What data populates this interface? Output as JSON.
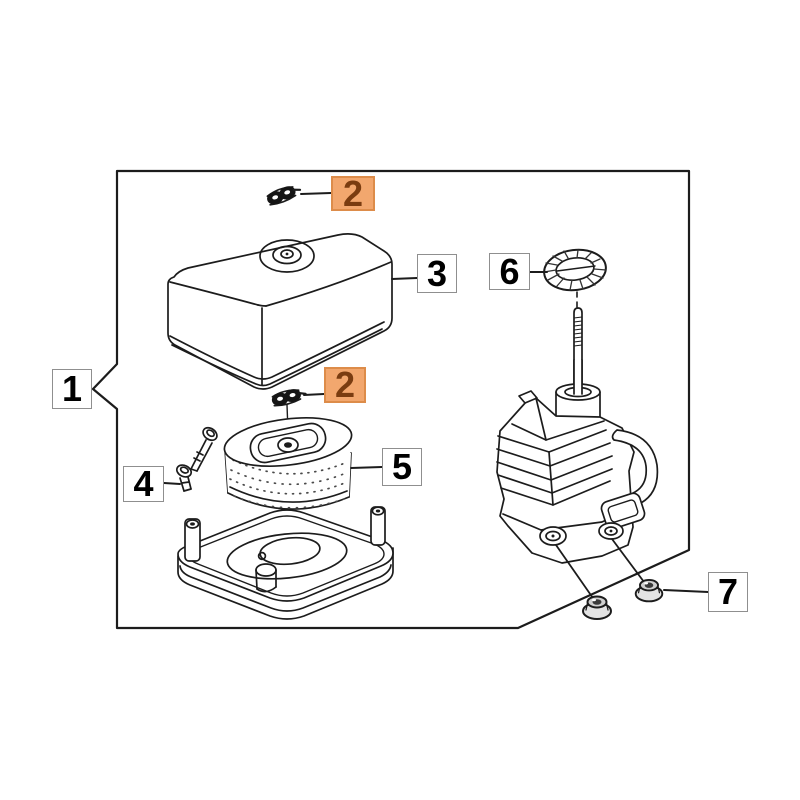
{
  "diagram": {
    "colors": {
      "background": "#ffffff",
      "line": "#1c1c1c",
      "label_border": "#8f8f8f",
      "label_text": "#000000",
      "highlight_fill": "#f2a76e",
      "highlight_border": "#dd8c4a",
      "highlight_text": "#7a3c10"
    },
    "labels": [
      {
        "part": "assembly-frame",
        "number": "1",
        "highlighted": false
      },
      {
        "part": "clip-upper",
        "number": "2",
        "highlighted": true
      },
      {
        "part": "air-filter-cover",
        "number": "3",
        "highlighted": false
      },
      {
        "part": "clip-lower",
        "number": "2",
        "highlighted": true
      },
      {
        "part": "screw",
        "number": "4",
        "highlighted": false
      },
      {
        "part": "air-filter-element",
        "number": "5",
        "highlighted": false
      },
      {
        "part": "seal-ring",
        "number": "6",
        "highlighted": false
      },
      {
        "part": "flange-nut",
        "number": "7",
        "highlighted": false
      }
    ]
  }
}
